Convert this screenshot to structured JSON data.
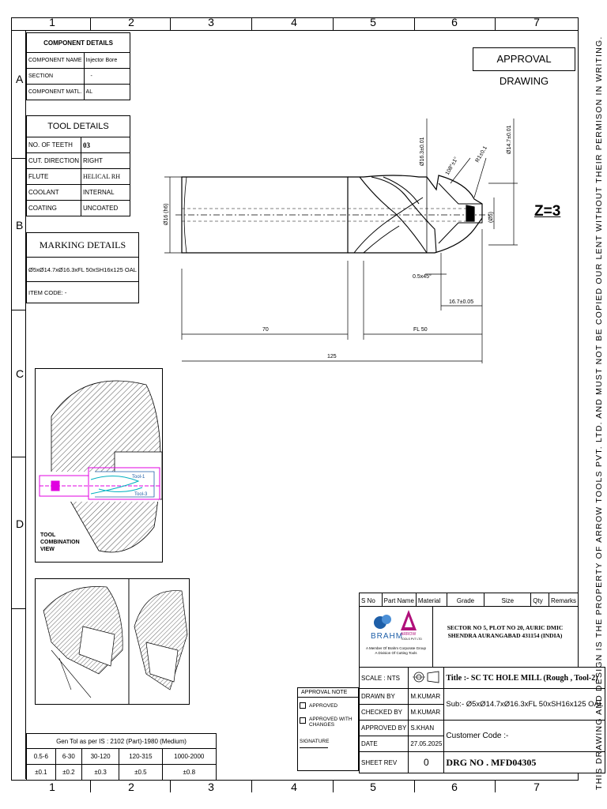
{
  "zones": {
    "columns": [
      "1",
      "2",
      "3",
      "4",
      "5",
      "6",
      "7"
    ],
    "rows": [
      "A",
      "B",
      "C",
      "D"
    ]
  },
  "component_details": {
    "title": "COMPONENT DETAILS",
    "rows": [
      {
        "label": "COMPONENT NAME",
        "value": "Injector Bore"
      },
      {
        "label": "SECTION",
        "value": "-"
      },
      {
        "label": "COMPONENT MATL.",
        "value": "AL"
      }
    ]
  },
  "tool_details": {
    "title": "TOOL DETAILS",
    "rows": [
      {
        "label": "NO. OF TEETH",
        "value": "03"
      },
      {
        "label": "CUT. DIRECTION",
        "value": "RIGHT"
      },
      {
        "label": "FLUTE",
        "value": "HELICAL RH"
      },
      {
        "label": "COOLANT",
        "value": "INTERNAL"
      },
      {
        "label": "COATING",
        "value": "UNCOATED"
      }
    ]
  },
  "marking_details": {
    "title": "MARKING DETAILS",
    "marking": "Ø5xØ14.7xØ16.3xFL 50xSH16x125 OAL",
    "item_code": "ITEM CODE: -"
  },
  "approval_drawing": "APPROVAL DRAWING",
  "z_label": "Z=3",
  "dimensions": {
    "shank_dia": "Ø16 (h6)",
    "step_dia": "Ø16.3±0.01",
    "tip_dia": "Ø14.7±0.01",
    "angle": "108°±1°",
    "radius": "R1±0.1",
    "pilot_dia": "(Ø5)",
    "chamfer": "0.5x45°",
    "step_len": "16.7±0.05",
    "shank_len": "70",
    "flute_len": "FL 50",
    "overall_len": "125"
  },
  "tool_combination": {
    "label_line1": "TOOL",
    "label_line2": "COMBINATION",
    "label_line3": "VIEW",
    "tool1": "Tool-1",
    "tool3": "Tool-3"
  },
  "tolerance": {
    "title": "Gen Tol as  per IS : 2102 (Part)-1980 (Medium)",
    "ranges": [
      "0.5-6",
      "6-30",
      "30-120",
      "120-315",
      "1000-2000"
    ],
    "values": [
      "±0.1",
      "±0.2",
      "±0.3",
      "±0.5",
      "±0.8"
    ]
  },
  "approval_note": {
    "title": "APPROVAL NOTE",
    "approved": "APPROVED",
    "approved_changes_1": "APPROVED WITH",
    "approved_changes_2": "CHANGES",
    "signature": "SIGNATURE"
  },
  "parts_header": [
    "S No",
    "Part Name",
    "Material",
    "Grade",
    "Size",
    "Qty",
    "Remarks"
  ],
  "company": {
    "logo_name": "BRAHM",
    "logo_sub": "A Member Of Brahm Corporate Group",
    "logo_sub2": "A Division Of Cutting Tools",
    "arrow_name": "ARROW",
    "arrow_sub": "TOOLS PVT LTD",
    "address": "SECTOR NO 5, PLOT NO 20, AURIC DMIC SHENDRA AURANGABAD 431154 (INDIA)"
  },
  "title_block": {
    "scale_label": "SCALE :",
    "scale_value": "NTS",
    "title": "Title :- SC TC HOLE MILL (Rough , Tool-2)",
    "sub": "Sub:- Ø5xØ14.7xØ16.3xFL 50xSH16x125 OAL",
    "customer": "Customer  Code :-",
    "drawn_by_label": "DRAWN BY",
    "drawn_by": "M.KUMAR",
    "checked_by_label": "CHECKED BY",
    "checked_by": "M.KUMAR",
    "approved_by_label": "APPROVED BY",
    "approved_by": "S.KHAN",
    "date_label": "DATE",
    "date": "27.05.2025",
    "sheet_rev_label": "SHEET REV",
    "sheet_rev": "0",
    "drg_no": "DRG NO . MFD04305"
  },
  "side_note": "THIS DRAWING AND DESIGN IS THE PROPERTY OF ARROW TOOLS PVT. LTD. AND MUST NOT BE COPIED OUR LENT WITHOUT THEIR PERMISON IN WRITING.",
  "colors": {
    "magenta": "#e000e0",
    "cyan": "#00b0c0",
    "blue": "#1e5fa8",
    "arrow_logo": "#b0107a"
  }
}
